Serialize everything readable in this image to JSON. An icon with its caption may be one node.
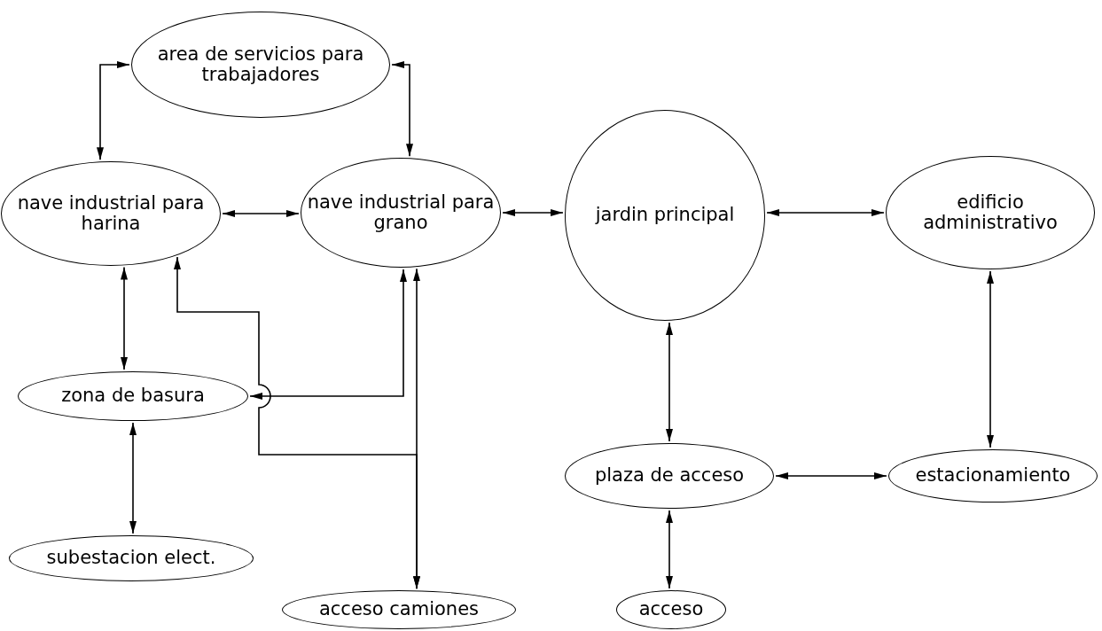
{
  "diagram": {
    "nodes": [
      {
        "text": [
          "area de servicios para trabajadores"
        ]
      },
      {
        "text": [
          "nave industrial para harina"
        ]
      },
      {
        "text": [
          "nave industrial para grano"
        ]
      },
      {
        "text": [
          "jardin principal"
        ]
      },
      {
        "text": [
          "edificio administrativo"
        ]
      },
      {
        "text": [
          "zona de basura"
        ]
      },
      {
        "text": [
          "plaza de acceso"
        ]
      },
      {
        "text": [
          "estacionamiento"
        ]
      },
      {
        "text": [
          "subestacion elect."
        ]
      },
      {
        "text": [
          "acceso camiones"
        ]
      },
      {
        "text": [
          "acceso"
        ]
      }
    ],
    "edges": [
      {
        "from": 0,
        "to": 1,
        "arrow": "both"
      },
      {
        "from": 0,
        "to": 2,
        "arrow": "both"
      },
      {
        "from": 1,
        "to": 2,
        "arrow": "both"
      },
      {
        "from": 2,
        "to": 3,
        "arrow": "both"
      },
      {
        "from": 3,
        "to": 4,
        "arrow": "both"
      },
      {
        "from": 1,
        "to": 5,
        "arrow": "both"
      },
      {
        "from": 2,
        "to": 5,
        "arrow": "both"
      },
      {
        "from": 9,
        "to": 2,
        "arrow": "both"
      },
      {
        "from": 9,
        "to": 1,
        "arrow": "both"
      },
      {
        "from": 5,
        "to": 8,
        "arrow": "both"
      },
      {
        "from": 3,
        "to": 6,
        "arrow": "both"
      },
      {
        "from": 4,
        "to": 7,
        "arrow": "both"
      },
      {
        "from": 6,
        "to": 7,
        "arrow": "both"
      },
      {
        "from": 6,
        "to": 10,
        "arrow": "both"
      }
    ]
  }
}
